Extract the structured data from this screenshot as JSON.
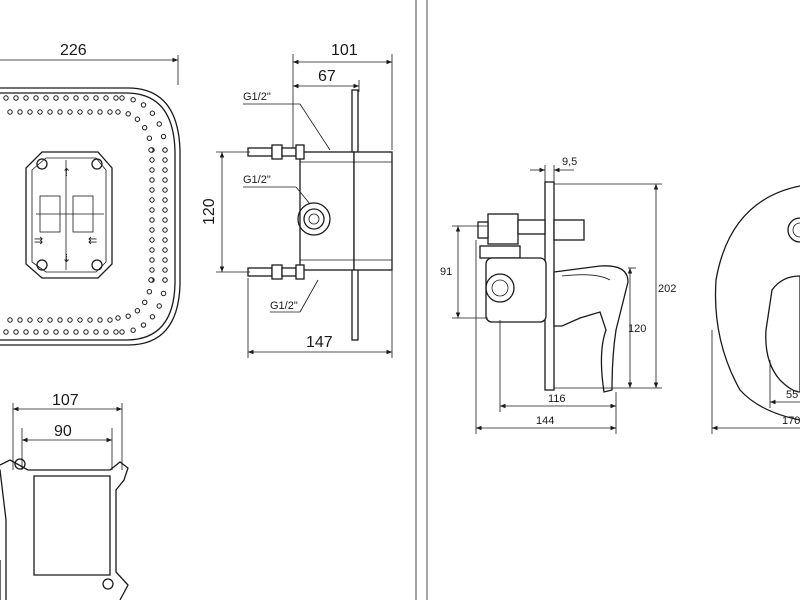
{
  "top_view": {
    "width_label": "226"
  },
  "side_view": {
    "depth_label": "101",
    "inner_depth_label": "67",
    "height_label": "120",
    "total_label": "147",
    "thread_top": "G1/2\"",
    "thread_middle": "G1/2\"",
    "thread_bottom": "G1/2\""
  },
  "bracket_view": {
    "outer_label": "107",
    "inner_label": "90"
  },
  "mixer_side": {
    "plate_label": "9,5",
    "body_height_label": "91",
    "total_height_label": "202",
    "lever_height_label": "120",
    "lever_length_label": "116",
    "total_length_label": "144"
  },
  "mixer_front": {
    "small_label": "55",
    "width_label": "170"
  }
}
